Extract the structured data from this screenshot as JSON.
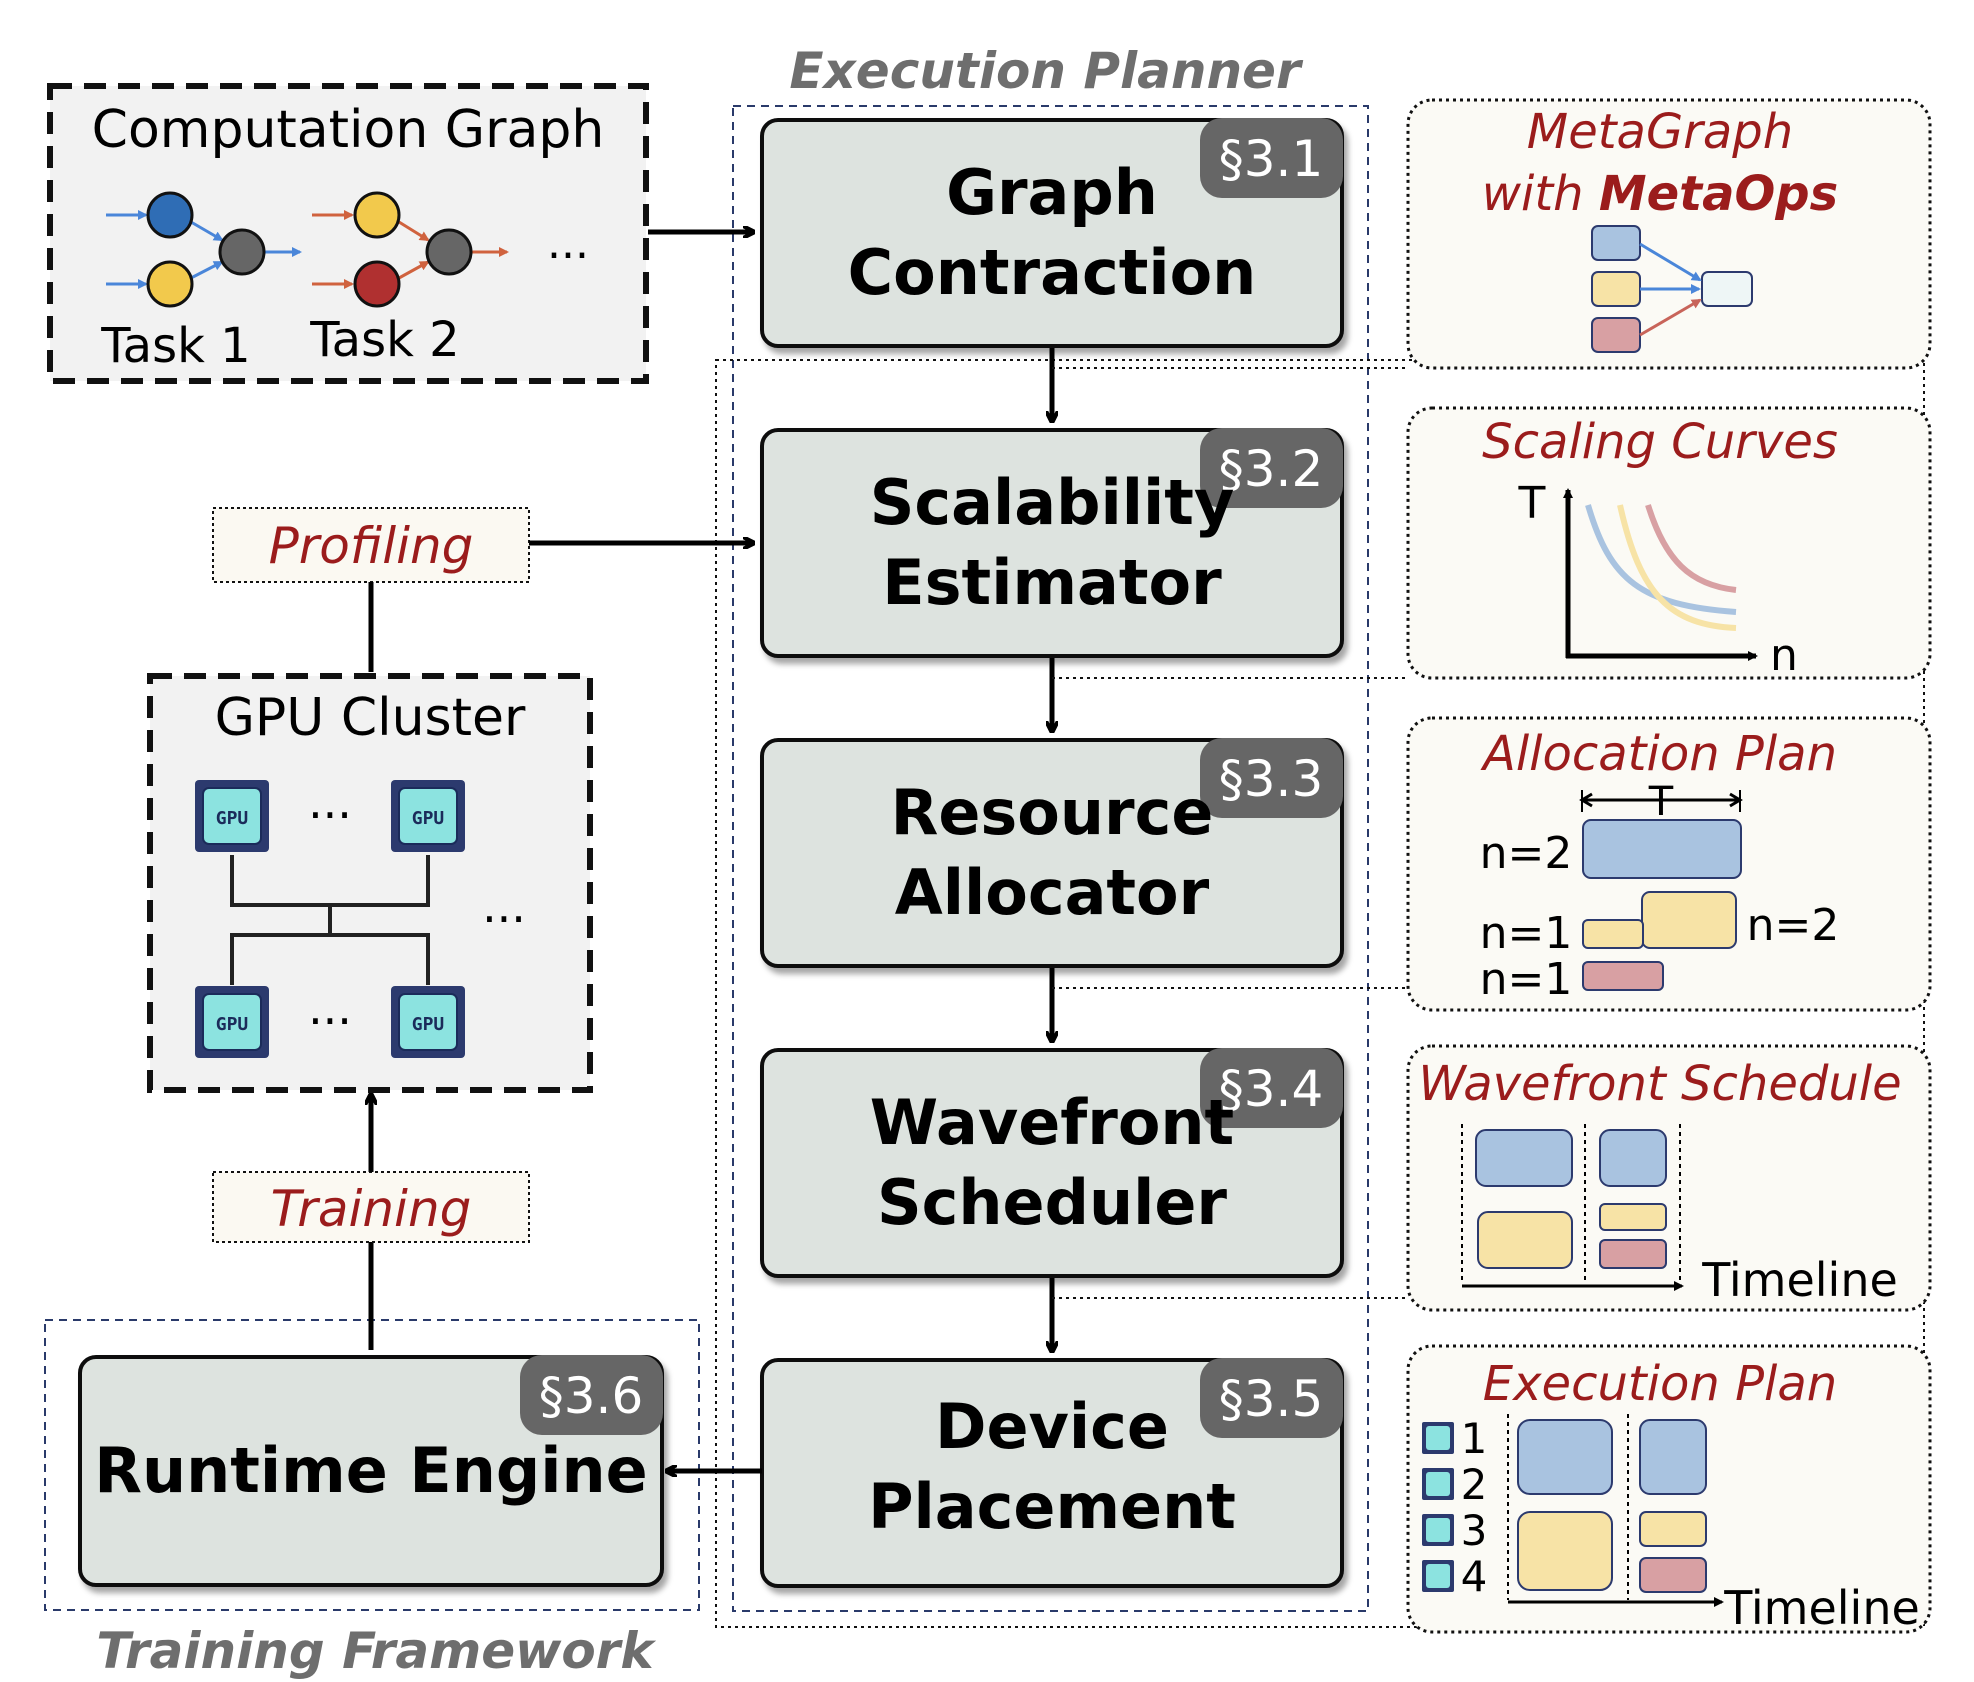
{
  "execution_planner": {
    "title": "Execution Planner"
  },
  "training_framework": {
    "title": "Training Framework"
  },
  "computation_graph": {
    "title": "Computation Graph",
    "task1": "Task 1",
    "task2": "Task 2",
    "ellipsis": "..."
  },
  "gpu_cluster": {
    "title": "GPU Cluster",
    "gpu_label": "GPU",
    "ellipsis": "..."
  },
  "profiling": {
    "label": "Profiling"
  },
  "training": {
    "label": "Training"
  },
  "modules": [
    {
      "line1": "Graph",
      "line2": "Contraction",
      "section": "§3.1"
    },
    {
      "line1": "Scalability",
      "line2": "Estimator",
      "section": "§3.2"
    },
    {
      "line1": "Resource",
      "line2": "Allocator",
      "section": "§3.3"
    },
    {
      "line1": "Wavefront",
      "line2": "Scheduler",
      "section": "§3.4"
    },
    {
      "line1": "Device",
      "line2": "Placement",
      "section": "§3.5"
    }
  ],
  "runtime_engine": {
    "label": "Runtime Engine",
    "section": "§3.6"
  },
  "panels": {
    "metagraph": {
      "line1": "MetaGraph",
      "line2_prefix": "with ",
      "line2_bold": "MetaOps"
    },
    "scaling": {
      "title": "Scaling Curves",
      "y_axis": "T",
      "x_axis": "n"
    },
    "allocation": {
      "title": "Allocation Plan",
      "t_label": "T",
      "n2a": "n=2",
      "n1a": "n=1",
      "n2b": "n=2",
      "n1b": "n=1"
    },
    "wavefront": {
      "title": "Wavefront Schedule",
      "timeline": "Timeline"
    },
    "execution": {
      "title": "Execution Plan",
      "timeline": "Timeline",
      "gpus": [
        "1",
        "2",
        "3",
        "4"
      ]
    }
  },
  "colors": {
    "blue": "#2f6db5",
    "yellow": "#f2c94c",
    "red": "#b03030",
    "gray": "#666666",
    "module_fill": "#dde3df",
    "section_badge": "#666666",
    "title_red": "#9b1c1c",
    "pastel_blue": "#a9c3e0",
    "pastel_yellow": "#f7e3a6",
    "pastel_red": "#d8a0a3"
  }
}
